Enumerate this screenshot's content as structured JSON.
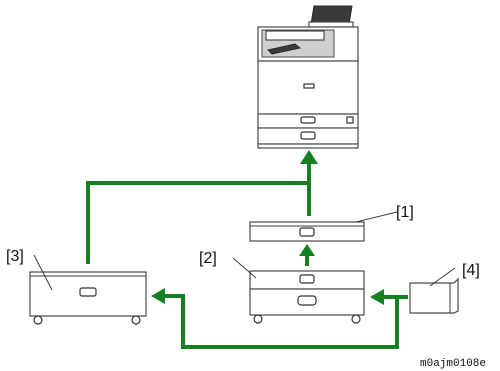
{
  "labels": {
    "one": "[1]",
    "two": "[2]",
    "three": "[3]",
    "four": "[4]"
  },
  "code": "m0ajm0108e",
  "colors": {
    "arrow": "#13811f",
    "outline": "#4a4a4a",
    "shade": "#cfcfcf"
  }
}
